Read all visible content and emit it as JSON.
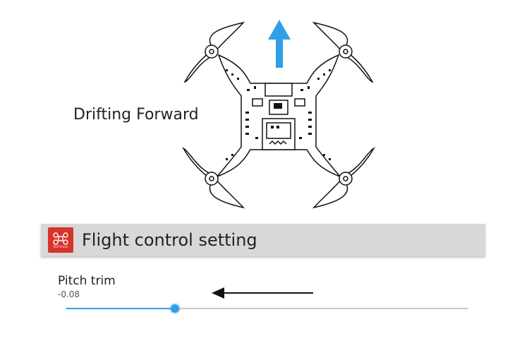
{
  "status": {
    "drift_label": "Drifting Forward",
    "drift_direction": "forward"
  },
  "header": {
    "title": "Flight control setting",
    "logo_text": "ESP-Drone",
    "logo_color": "#d6332a",
    "bar_color": "#d8d8d8"
  },
  "pitch_trim": {
    "label": "Pitch trim",
    "value": "-0.08",
    "slider_fraction": 0.27,
    "accent_color": "#2f9fe8",
    "adjust_direction": "left"
  },
  "icons": {
    "drone": "quadcopter-drone-icon",
    "forward_arrow": "arrow-up-icon",
    "adjust_arrow": "arrow-left-icon"
  }
}
